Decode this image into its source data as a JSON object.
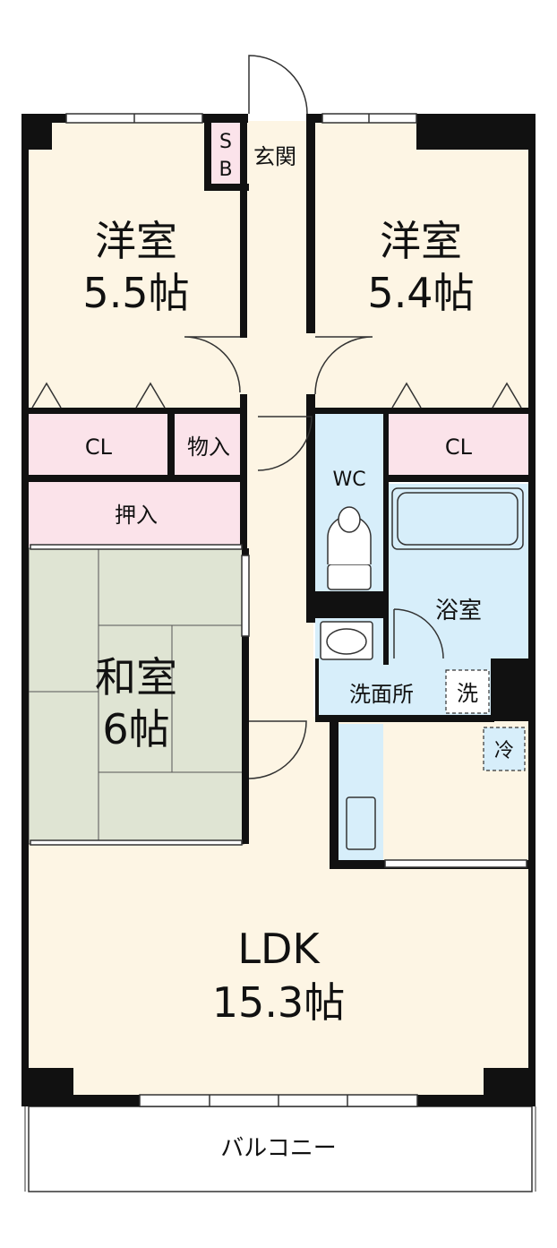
{
  "rooms": {
    "western_room_left": {
      "name": "洋室",
      "size": "5.5帖"
    },
    "western_room_right": {
      "name": "洋室",
      "size": "5.4帖"
    },
    "japanese_room": {
      "name": "和室",
      "size": "6帖"
    },
    "ldk": {
      "name": "LDK",
      "size": "15.3帖"
    },
    "entrance": {
      "label": "玄関"
    },
    "shoe_box": {
      "line1": "S",
      "line2": "B"
    },
    "closet_left": {
      "label": "CL"
    },
    "closet_right": {
      "label": "CL"
    },
    "storage": {
      "label": "物入"
    },
    "oshiire": {
      "label": "押入"
    },
    "wc": {
      "label": "WC"
    },
    "bathroom": {
      "label": "浴室"
    },
    "washroom": {
      "label": "洗面所"
    },
    "washer": {
      "label": "洗"
    },
    "fridge": {
      "label": "冷"
    },
    "balcony": {
      "label": "バルコニー"
    }
  },
  "colors": {
    "floor": "#fdf5e4",
    "closet": "#fbe3ea",
    "wet_area": "#d7eefa",
    "tatami": "#dfe4d3",
    "wall": "#111111"
  }
}
